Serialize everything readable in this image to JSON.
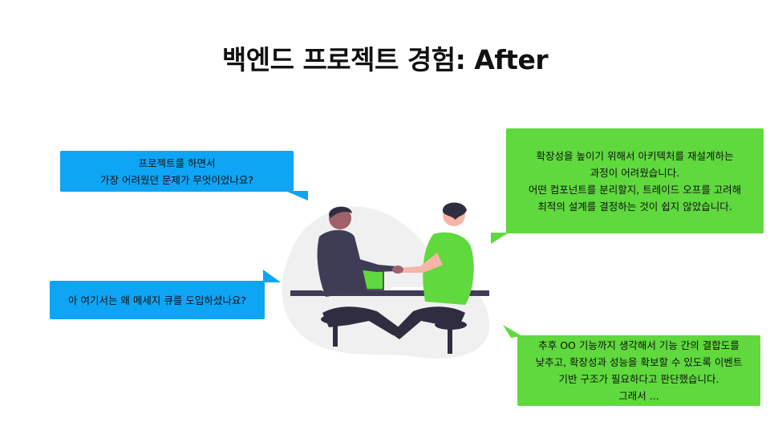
{
  "slide": {
    "title": "백엔드 프로젝트 경험: After"
  },
  "bubbles": {
    "q1": [
      "프로젝트를 하면서",
      "가장 어려웠던 문제가 무엇이었나요?"
    ],
    "a1": [
      "확장성을 높이기 위해서 아키텍처를 재설계하는",
      "과정이 어려웠습니다.",
      "어떤 컴포넌트를 분리할지, 트레이드 오프를 고려해",
      "최적의 설계를 결정하는 것이 쉽지 않았습니다."
    ],
    "q2": [
      "아 여기서는 왜 메세지 큐를 도입하셨나요?"
    ],
    "a2": [
      "추후 OO 기능까지 생각해서 기능 간의 결합도를",
      "낮추고, 확장성과 성능을 확보할 수 있도록 이벤트",
      "기반 구조가 필요하다고 판단했습니다.",
      "그래서 ..."
    ]
  },
  "colors": {
    "question_bubble": "#0ea5f5",
    "answer_bubble": "#5fd93e"
  },
  "illustration": "two-people-handshake-illustration"
}
